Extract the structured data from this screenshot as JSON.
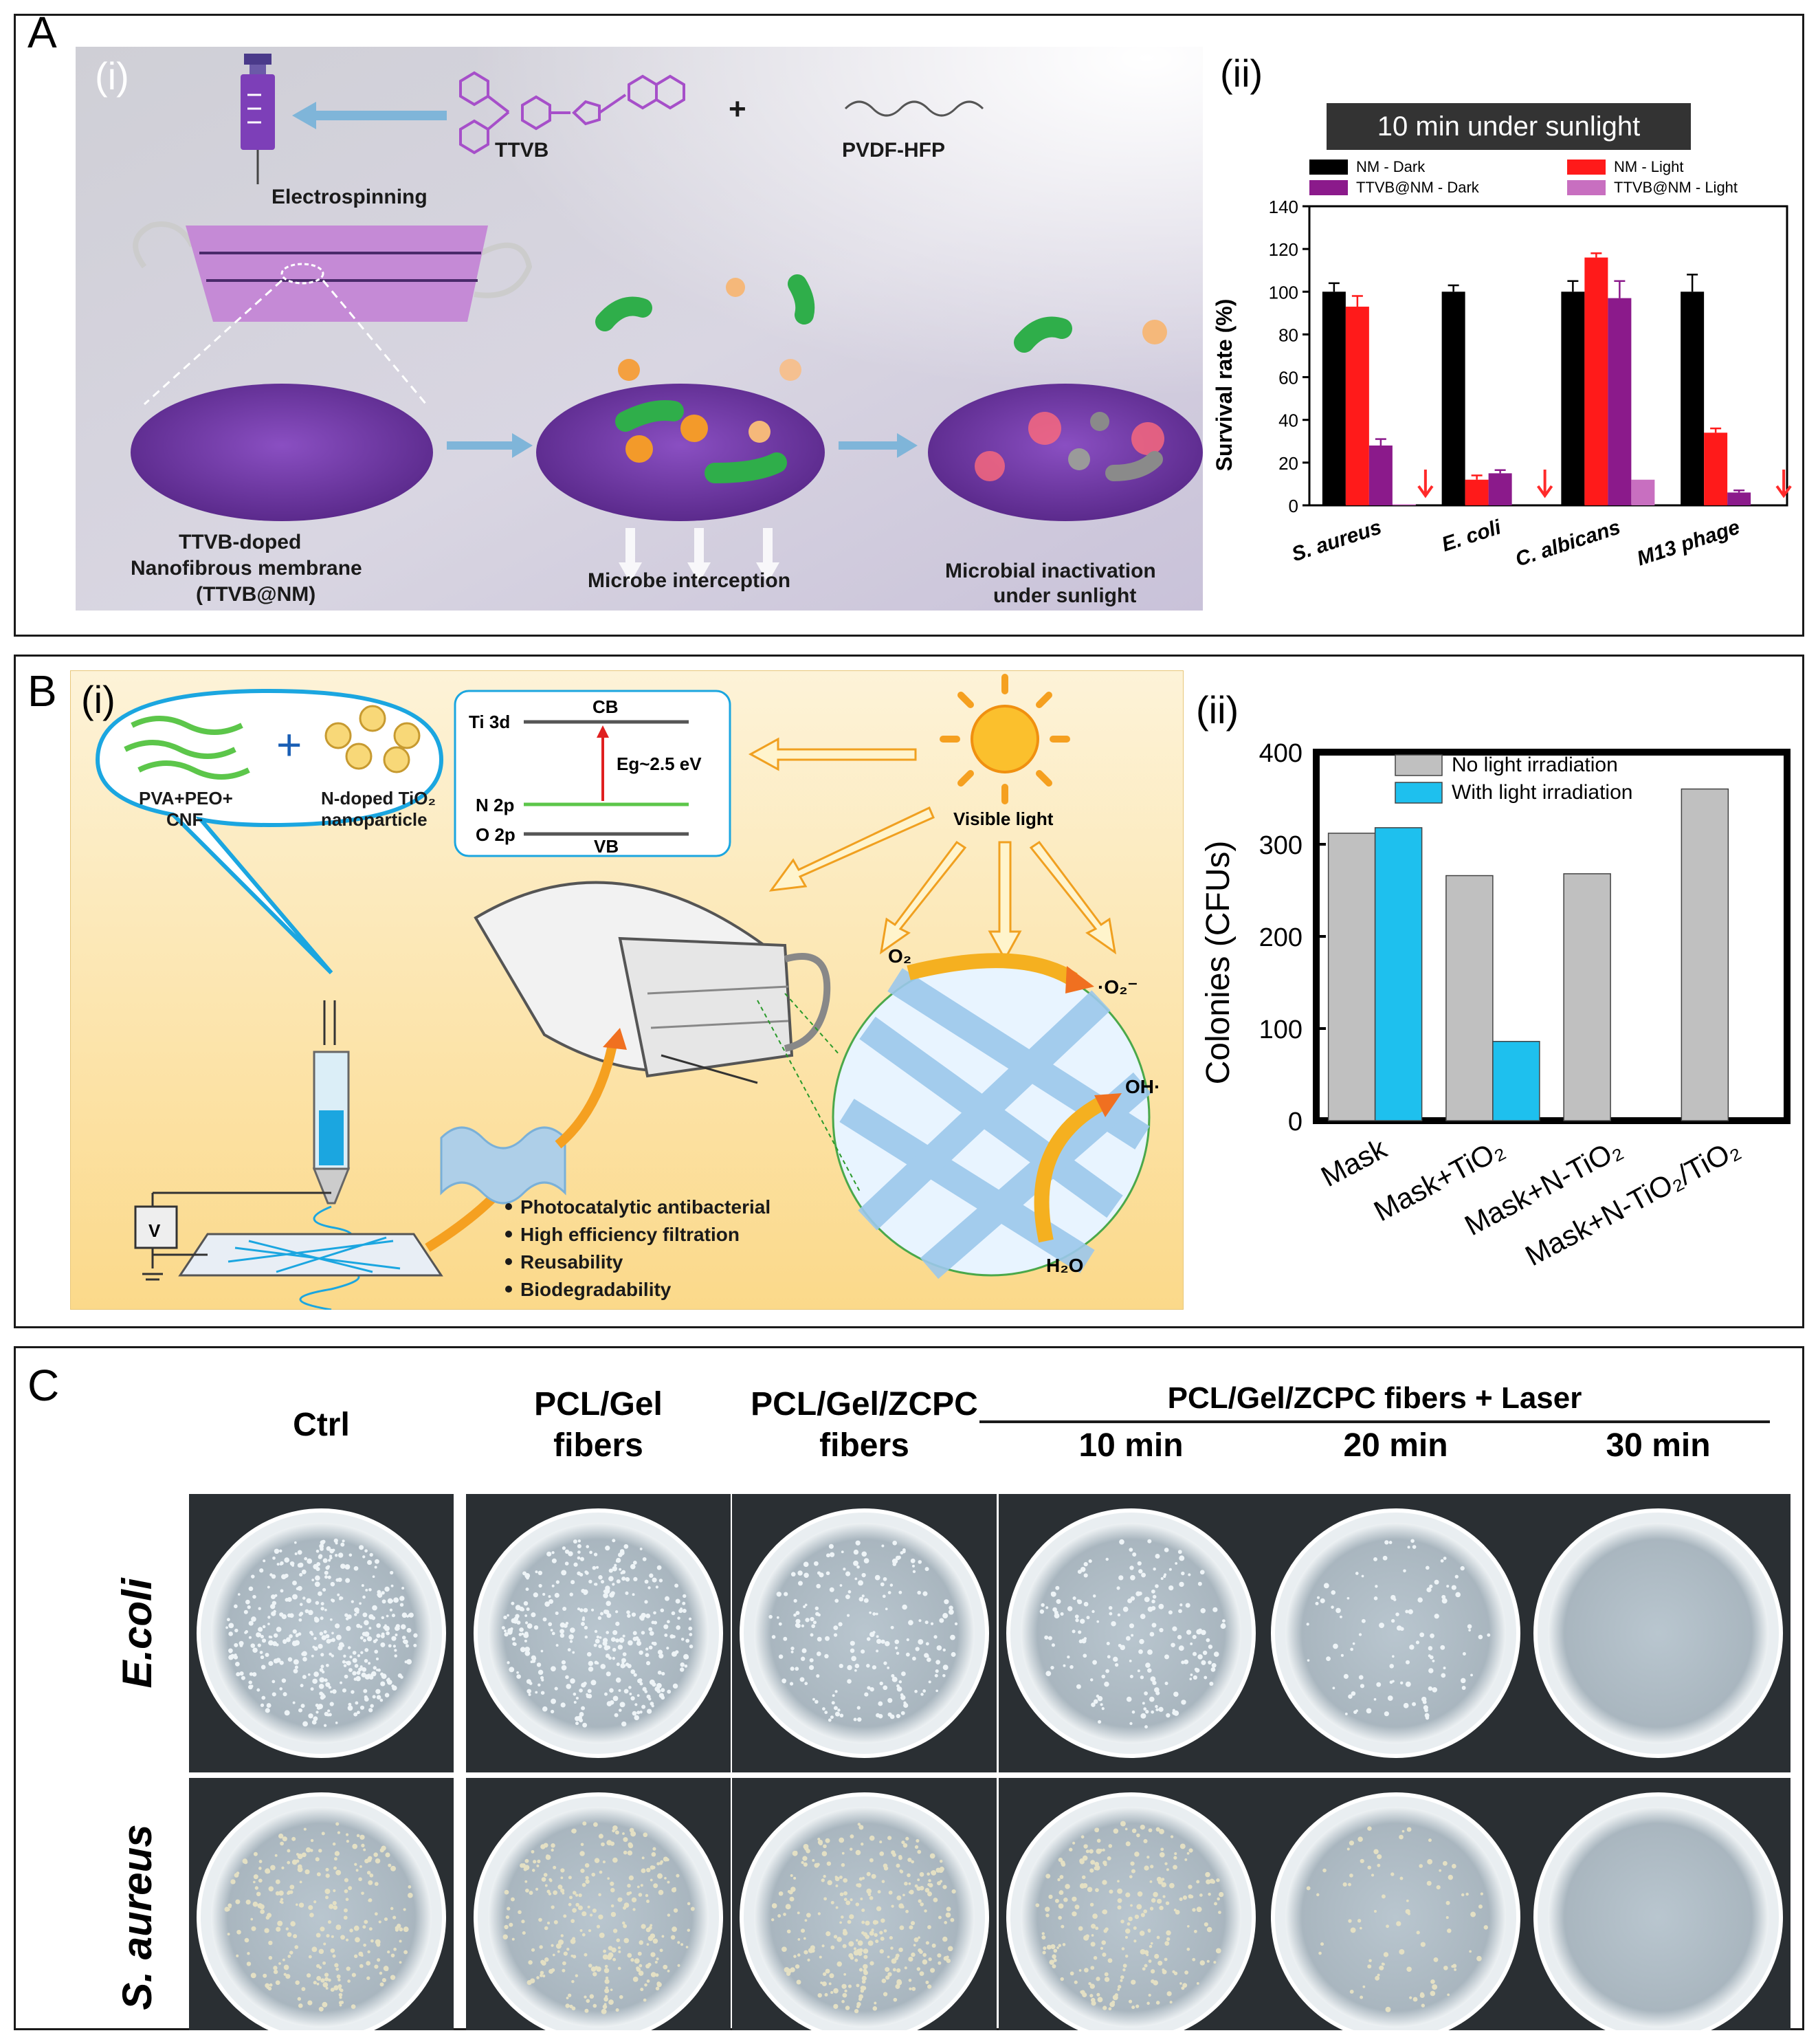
{
  "panel_a": {
    "label": "A",
    "sub_i": "(i)",
    "sub_ii": "(ii)",
    "schematic": {
      "step1": "Electrospinning",
      "reagent1": "TTVB",
      "plus": "+",
      "reagent2": "PVDF-HFP",
      "membrane_line1": "TTVB-doped",
      "membrane_line2": "Nanofibrous membrane",
      "membrane_line3": "(TTVB@NM)",
      "interception": "Microbe interception",
      "inactivation_line1": "Microbial inactivation",
      "inactivation_line2": "under sunlight"
    }
  },
  "panel_b": {
    "label": "B",
    "sub_i": "(i)",
    "sub_ii": "(ii)",
    "schematic": {
      "bubble_left_line1": "PVA+PEO+",
      "bubble_left_line2": "CNF",
      "bubble_right_line1": "N-doped TiO₂",
      "bubble_right_line2": "nanoparticle",
      "plus": "+",
      "band_ti": "Ti 3d",
      "band_cb": "CB",
      "band_n": "N 2p",
      "band_o": "O 2p",
      "band_vb": "VB",
      "band_gap": "Eg~2.5 eV",
      "visible_light": "Visible light",
      "o2": "O₂",
      "o2_radical": "·O₂⁻",
      "oh": "OH·",
      "h2o": "H₂O",
      "voltage": "V",
      "bullets": [
        "Photocatalytic antibacterial",
        "High efficiency filtration",
        "Reusability",
        "Biodegradability"
      ]
    }
  },
  "panel_c": {
    "label": "C",
    "columns": [
      {
        "line1": "Ctrl",
        "line2": ""
      },
      {
        "line1": "PCL/Gel",
        "line2": "fibers"
      },
      {
        "line1": "PCL/Gel/ZCPC",
        "line2": "fibers"
      },
      {
        "line1": "10 min",
        "line2": ""
      },
      {
        "line1": "20 min",
        "line2": ""
      },
      {
        "line1": "30 min",
        "line2": ""
      }
    ],
    "laser_header": "PCL/Gel/ZCPC fibers + Laser",
    "rows": [
      "E.coli",
      "S. aureus"
    ],
    "colony_density": [
      [
        1.0,
        0.85,
        0.5,
        0.45,
        0.25,
        0.0
      ],
      [
        0.6,
        0.65,
        0.7,
        0.6,
        0.2,
        0.0
      ]
    ]
  },
  "chart_data": [
    {
      "type": "bar",
      "title": "10 min under sunlight",
      "ylabel": "Survival rate (%)",
      "xlabel": "",
      "ylim": [
        0,
        140
      ],
      "yticks": [
        0,
        20,
        40,
        60,
        80,
        100,
        120,
        140
      ],
      "categories": [
        "S. aureus",
        "E. coli",
        "C. albicans",
        "M13 phage"
      ],
      "series": [
        {
          "name": "NM - Dark",
          "values": [
            100,
            100,
            100,
            100
          ],
          "errors": [
            4,
            3,
            5,
            8
          ],
          "color": "#000000"
        },
        {
          "name": "NM - Light",
          "values": [
            93,
            12,
            116,
            34
          ],
          "errors": [
            5,
            2,
            2,
            2
          ],
          "color": "#ff1a1a"
        },
        {
          "name": "TTVB@NM - Dark",
          "values": [
            28,
            15,
            97,
            6
          ],
          "errors": [
            3,
            1.5,
            8,
            1
          ],
          "color": "#8b1a8b"
        },
        {
          "name": "TTVB@NM - Light",
          "values": [
            0.5,
            0,
            12,
            0
          ],
          "errors": [
            0,
            0,
            0,
            0
          ],
          "color": "#c86fc0"
        }
      ],
      "arrow_color": "#ff2a2a",
      "legend_position": "top"
    },
    {
      "type": "bar",
      "title": "",
      "ylabel": "Colonies (CFUs)",
      "xlabel": "",
      "ylim": [
        0,
        400
      ],
      "yticks": [
        0,
        100,
        200,
        300,
        400
      ],
      "categories": [
        "Mask",
        "Mask+TiO₂",
        "Mask+N-TiO₂",
        "Mask+N-TiO₂/TiO₂"
      ],
      "series": [
        {
          "name": "No light irradiation",
          "values": [
            312,
            266,
            268,
            360
          ],
          "color": "#c0c0c0"
        },
        {
          "name": "With light irradiation",
          "values": [
            318,
            86,
            null,
            null
          ],
          "color": "#1ec0ee"
        }
      ],
      "legend_position": "top-left"
    }
  ]
}
